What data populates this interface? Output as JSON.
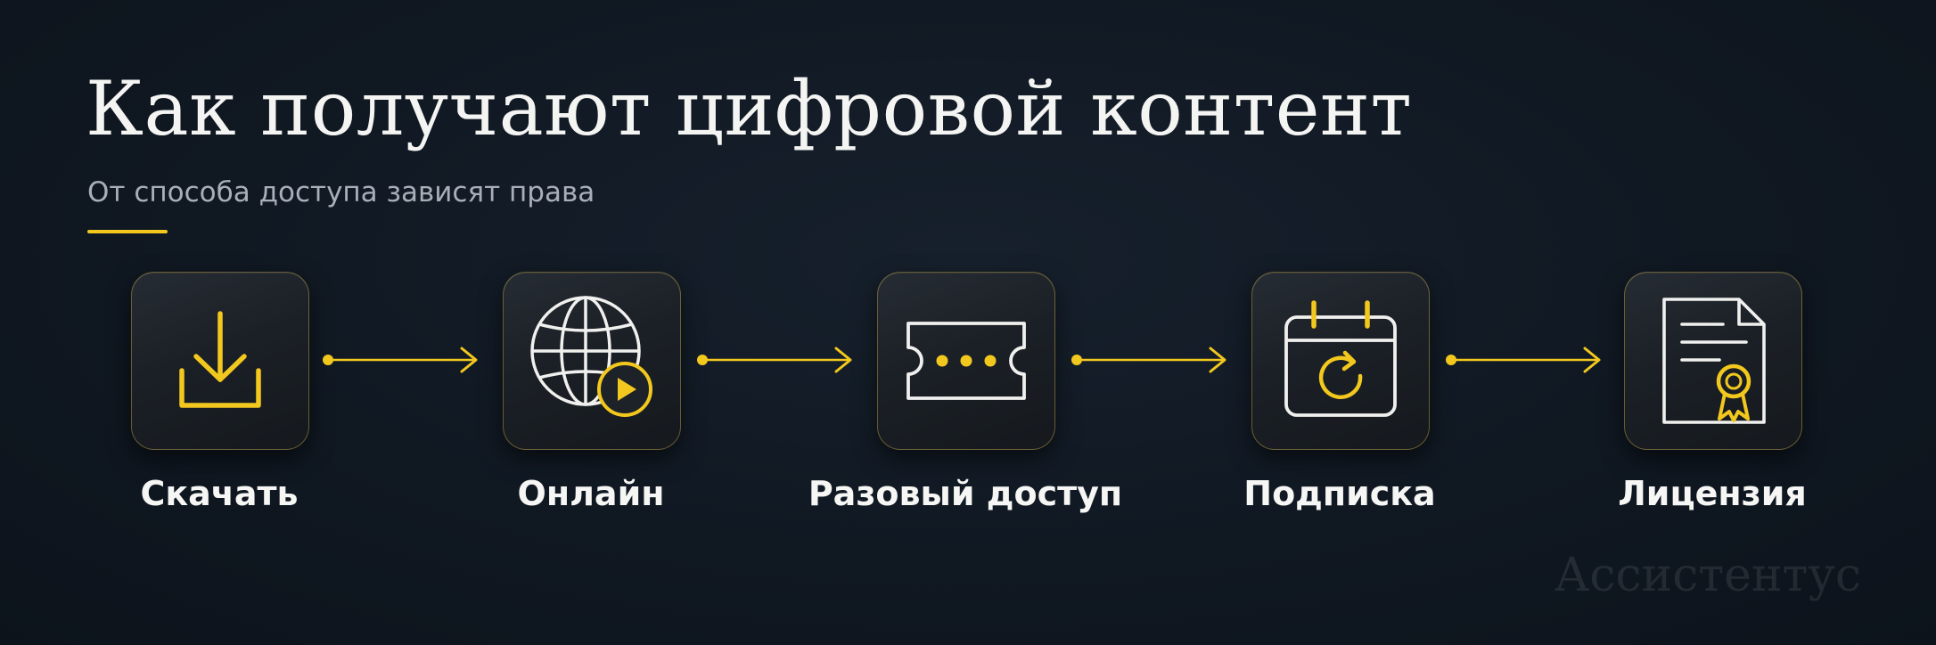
{
  "header": {
    "title": "Как получают цифровой контент",
    "subtitle": "От способа доступа зависят права"
  },
  "steps": [
    {
      "label": "Скачать",
      "icon": "download-icon"
    },
    {
      "label": "Онлайн",
      "icon": "globe-play-icon"
    },
    {
      "label": "Разовый доступ",
      "icon": "ticket-icon"
    },
    {
      "label": "Подписка",
      "icon": "calendar-refresh-icon"
    },
    {
      "label": "Лицензия",
      "icon": "certificate-icon"
    }
  ],
  "watermark": "Ассистентус",
  "colors": {
    "accent": "#f2c81e",
    "background": "#101822",
    "icon_line": "#f0f0ee"
  }
}
